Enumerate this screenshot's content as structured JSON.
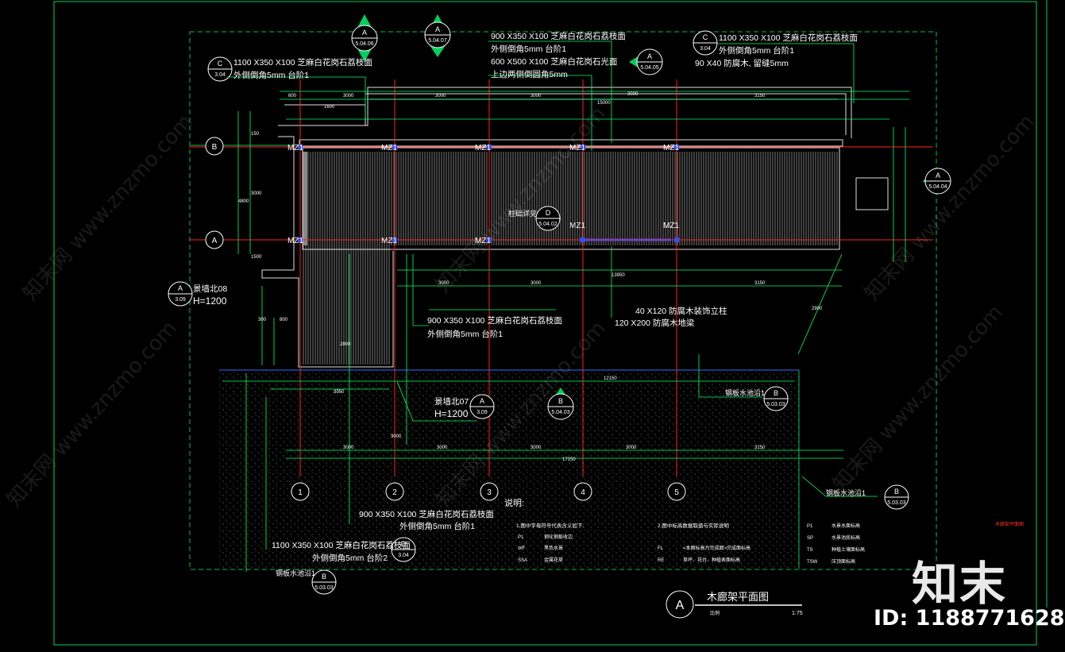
{
  "drawing": {
    "title": "木廊架平面图",
    "scale": "1:75",
    "scale_prefix": "比例",
    "marker_letter": "A"
  },
  "grid": {
    "columns": [
      "1",
      "2",
      "3",
      "4",
      "5"
    ],
    "rows": [
      "B",
      "A"
    ],
    "column_label": "MZ1"
  },
  "callouts": [
    {
      "id": "c1",
      "text1": "1100 X350 X100 芝麻白花岗石荔枝面",
      "text2": "外侧倒角5mm      台阶1"
    },
    {
      "id": "c2",
      "text1": "900 X350 X100 芝麻白花岗石荔枝面",
      "text2": "外侧倒角5mm      台阶1",
      "text3": "600 X500 X100 芝麻白花岗石光面",
      "text4": "上边两侧倒圆角5mm"
    },
    {
      "id": "c3",
      "text1": "1100 X350 X100 芝麻白花岗石荔枝面",
      "text2": "外侧倒角5mm      台阶1",
      "text3": "90 X40 防腐木, 留缝5mm"
    },
    {
      "id": "c4",
      "text1": "900 X350 X100 芝麻白花岗石荔枝面",
      "text2": "外侧倒角5mm      台阶1"
    },
    {
      "id": "c5",
      "text1": "40 X120 防腐木装饰立柱",
      "text2": "120 X200 防腐木地梁"
    },
    {
      "id": "c6",
      "text1": "900 X350 X100 芝麻白花岗石荔枝面",
      "text2": "外侧倒角5mm      台阶1"
    },
    {
      "id": "c7",
      "text1": "1100 X350 X100 芝麻白花岗石荔枝面",
      "text2": "外侧倒角5mm      台阶2"
    },
    {
      "id": "c8",
      "text1": "钢板水池沿1"
    },
    {
      "id": "c9",
      "text1": "钢板水池沿1"
    },
    {
      "id": "c10",
      "text1": "钢板水池沿1"
    },
    {
      "id": "c11",
      "text1": "景墙北08",
      "text2": "H=1200"
    },
    {
      "id": "c12",
      "text1": "景墙北07",
      "text2": "H=1200"
    },
    {
      "id": "c13",
      "text1": "柱础详见"
    }
  ],
  "section_marks": [
    {
      "id": "s1",
      "letter": "A",
      "ref": "5.04.06"
    },
    {
      "id": "s2",
      "letter": "A",
      "ref": "5.04.07"
    },
    {
      "id": "s3",
      "letter": "A",
      "ref": "5.04.05"
    },
    {
      "id": "s4",
      "letter": "A",
      "ref": "5.04.04"
    },
    {
      "id": "s5",
      "letter": "B",
      "ref": "5.04.03"
    }
  ],
  "detail_marks": [
    {
      "id": "d1",
      "letter": "C",
      "ref": "3.04"
    },
    {
      "id": "d2",
      "letter": "C",
      "ref": "3.04"
    },
    {
      "id": "d3",
      "letter": "D",
      "ref": "5.04.02"
    },
    {
      "id": "d4",
      "letter": "A",
      "ref": "3.09"
    },
    {
      "id": "d5",
      "letter": "A",
      "ref": "3.09"
    },
    {
      "id": "d6",
      "letter": "B",
      "ref": "5.03.03"
    },
    {
      "id": "d7",
      "letter": "B",
      "ref": "5.03.03"
    },
    {
      "id": "d8",
      "letter": "B",
      "ref": "5.03.03"
    },
    {
      "id": "d9",
      "letter": "D",
      "ref": "3.04"
    }
  ],
  "dimensions": {
    "top": [
      "600",
      "1600",
      "3000",
      "3000",
      "3000",
      "3150"
    ],
    "top_total": "15000",
    "mid": [
      "3000",
      "3000",
      "3000",
      "3150"
    ],
    "mid_total": "13950",
    "bottom": [
      "3000",
      "3000",
      "3000",
      "3000",
      "3150"
    ],
    "bottom_total": "17150",
    "left": [
      "4800",
      "3000",
      "1500",
      "150"
    ],
    "pool_total": "12150",
    "misc": [
      "3950",
      "2800",
      "3000",
      "2900",
      "300",
      "800"
    ]
  },
  "notes": {
    "heading": "说明:",
    "col1_title": "1.图中字母符号代表含义如下:",
    "col1": [
      {
        "code": "P1",
        "text": "钢化钢板收边"
      },
      {
        "code": "WF",
        "text": "黑色水景"
      },
      {
        "code": "SSA",
        "text": "金属花草"
      }
    ],
    "col2_title": "2.图中标高数据取值与实际说明",
    "col2": [
      {
        "code": "FL",
        "text": "<本图标高为完成面>完成面标高"
      },
      {
        "code": "RE",
        "text": "草坪、花台、种植表面标高"
      }
    ],
    "col3": [
      {
        "code": "P1",
        "text": "水景水面标高"
      },
      {
        "code": "SP",
        "text": "水景池底标高"
      },
      {
        "code": "TS",
        "text": "种植土壤面标高"
      },
      {
        "code": "TSW",
        "text": "压顶面标高"
      }
    ],
    "red_note": "木廊架平面图"
  },
  "watermark": {
    "text": "知末网 www.znzmo.com",
    "brand": "知末",
    "id_label": "ID: 1188771628"
  },
  "colors": {
    "background": "#000000",
    "border_green": "#00d060",
    "grid_red": "#ff2020",
    "text_white": "#ffffff",
    "dim_green": "#00ff66",
    "structure_white": "#e0e0e0",
    "column_blue": "#3050ff"
  }
}
